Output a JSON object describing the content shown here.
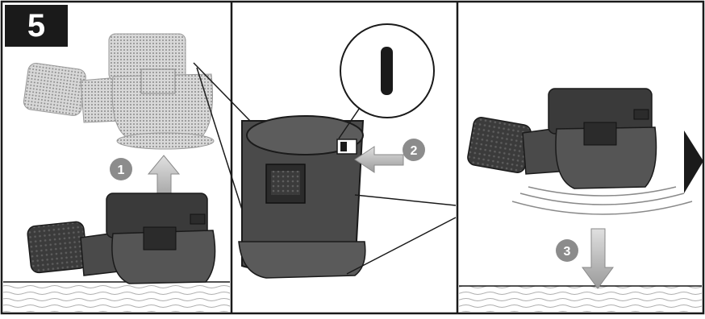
{
  "step_number": "5",
  "panels": [
    {
      "badge": "1",
      "caption": ""
    },
    {
      "badge": "2",
      "caption": ""
    },
    {
      "badge": "3",
      "caption": ""
    }
  ],
  "switch_symbol": "I",
  "colors": {
    "tool_body": "#4a4a4a",
    "tool_dark": "#2b2b2b",
    "arrow_gray": "#8a8a8a",
    "badge_gray": "#8c8c8c",
    "ghost_gray": "#9a9a9a",
    "border": "#1a1a1a"
  },
  "icons": {
    "next_step": "triangle-right-icon",
    "lift_arrow": "arrow-up-icon",
    "press_arrow": "arrow-left-icon",
    "lower_arrow": "arrow-down-icon"
  }
}
